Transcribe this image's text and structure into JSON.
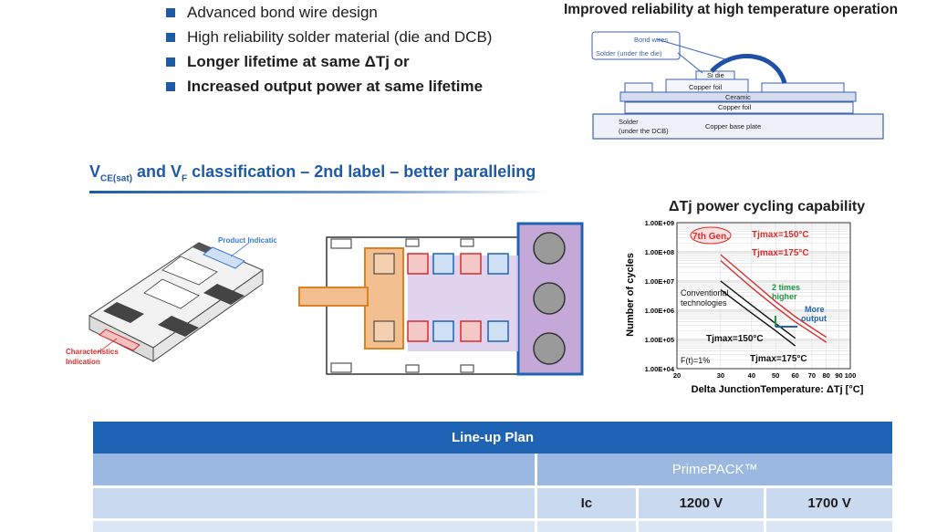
{
  "bullets": [
    {
      "text": "Advanced bond wire design",
      "bold": false
    },
    {
      "text": "High reliability solder material (die and DCB)",
      "bold": false
    },
    {
      "text": "Longer lifetime at same ΔTj or",
      "bold": true
    },
    {
      "text": "Increased output power at same lifetime",
      "bold": true
    }
  ],
  "reliability": {
    "title": "Improved reliability at high temperature operation",
    "labels": {
      "bond_wires": "Bond wires",
      "solder_die": "Solder (under the die)",
      "si_die": "Si die",
      "copper_foil_top": "Copper foil",
      "ceramic": "Ceramic",
      "copper_foil_bottom": "Copper foil",
      "solder_dcb_1": "Solder",
      "solder_dcb_2": "(under the DCB)",
      "base_plate": "Copper base plate"
    }
  },
  "classification": {
    "prefix": "V",
    "sub1": "CE(sat)",
    "mid": " and V",
    "sub2": "F",
    "suffix": " classification – 2nd label – better paralleling"
  },
  "module": {
    "product_indication": "Product Indication",
    "characteristics_line1": "Characteristics",
    "characteristics_line2": "Indication"
  },
  "power_cycling": {
    "title": "ΔTj power cycling capability",
    "ylabel": "Number of cycles",
    "xlabel": "Delta JunctionTemperature: ΔTj [°C]",
    "y_ticks": [
      "1.00E+09",
      "1.00E+08",
      "1.00E+07",
      "1.00E+06",
      "1.00E+05",
      "1.00E+04"
    ],
    "x_ticks": [
      "20",
      "30",
      "40",
      "50",
      "60",
      "70",
      "80",
      "90",
      "100"
    ],
    "annotations": {
      "gen7": "7th Gen.",
      "tmax150_red": "Tjmax=150°C",
      "tmax175_red": "Tjmax=175°C",
      "two_times_1": "2 times",
      "two_times_2": "higher",
      "conv_1": "Conventional",
      "conv_2": "technologies",
      "more_1": "More",
      "more_2": "output",
      "tmax150_black": "Tjmax=150°C",
      "tmax175_black": "Tjmax=175°C",
      "ft": "F(t)=1%"
    },
    "colors": {
      "gen7": "#d62d2d",
      "conventional": "#111111",
      "higher": "#1a9a3c",
      "output": "#1f64b4"
    }
  },
  "chart_data": {
    "type": "line",
    "title": "ΔTj power cycling capability",
    "xlabel": "Delta JunctionTemperature: ΔTj [°C]",
    "ylabel": "Number of cycles",
    "x_scale": "log",
    "y_scale": "log",
    "xlim": [
      20,
      100
    ],
    "ylim": [
      10000,
      1000000000
    ],
    "series": [
      {
        "name": "7th Gen. Tjmax=150°C",
        "x": [
          30,
          40,
          50,
          60,
          70,
          80
        ],
        "y": [
          80000000,
          10000000,
          2000000,
          600000,
          250000,
          120000
        ]
      },
      {
        "name": "7th Gen. Tjmax=175°C",
        "x": [
          30,
          40,
          50,
          60,
          70,
          80
        ],
        "y": [
          50000000,
          6000000,
          1300000,
          400000,
          170000,
          80000
        ]
      },
      {
        "name": "Conventional Tjmax=150°C",
        "x": [
          30,
          40,
          50,
          60
        ],
        "y": [
          10000000,
          1500000,
          350000,
          110000
        ]
      },
      {
        "name": "Conventional Tjmax=175°C",
        "x": [
          30,
          40,
          50,
          60
        ],
        "y": [
          5000000,
          800000,
          200000,
          60000
        ]
      }
    ]
  },
  "lineup": {
    "title": "Line-up Plan",
    "family": "PrimePACK™",
    "ic": "Ic",
    "v1": "1200 V",
    "v2": "1700 V"
  }
}
